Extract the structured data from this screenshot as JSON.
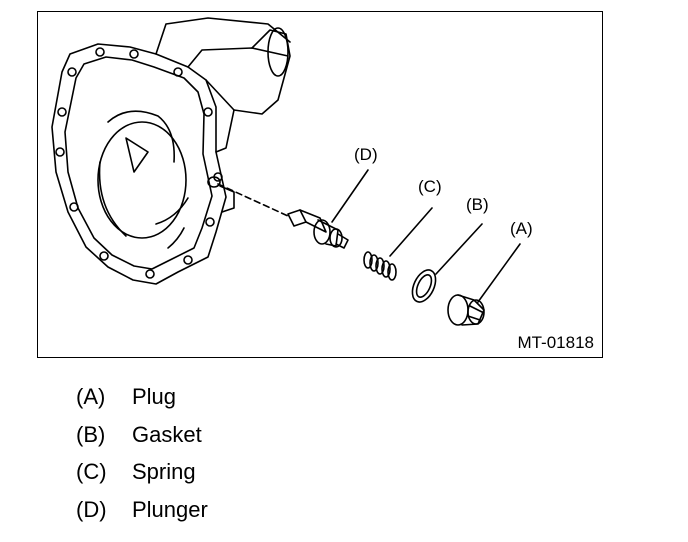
{
  "figure": {
    "code": "MT-01818",
    "callouts": {
      "a": "(A)",
      "b": "(B)",
      "c": "(C)",
      "d": "(D)"
    }
  },
  "legend": [
    {
      "key": "(A)",
      "name": "Plug"
    },
    {
      "key": "(B)",
      "name": "Gasket"
    },
    {
      "key": "(C)",
      "name": "Spring"
    },
    {
      "key": "(D)",
      "name": "Plunger"
    }
  ]
}
